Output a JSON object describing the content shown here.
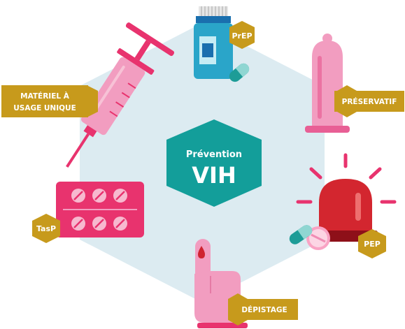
{
  "center": {
    "small": "Prévention",
    "big": "VIH"
  },
  "items": [
    {
      "id": "prep",
      "label": "PrEP",
      "icon": "pill-bottle-icon"
    },
    {
      "id": "preservatif",
      "label": "PRÉSERVATIF",
      "icon": "condom-icon"
    },
    {
      "id": "pep",
      "label": "PEP",
      "icon": "alarm-light-and-pills-icon"
    },
    {
      "id": "depistage",
      "label": "DÉPISTAGE",
      "icon": "finger-blood-drop-icon"
    },
    {
      "id": "tasp",
      "label": "TasP",
      "icon": "pill-blister-pack-icon"
    },
    {
      "id": "materiel",
      "label_line1": "MATÉRIEL À",
      "label_line2": "USAGE UNIQUE",
      "icon": "syringe-icon"
    }
  ],
  "colors": {
    "background_hexagon": "#dcebf1",
    "center_hexagon": "#139e9a",
    "label_badge": "#c79a1c",
    "pink": "#f08cb4",
    "magenta": "#e8336e",
    "red": "#cf2330",
    "teal": "#1d9c97"
  }
}
